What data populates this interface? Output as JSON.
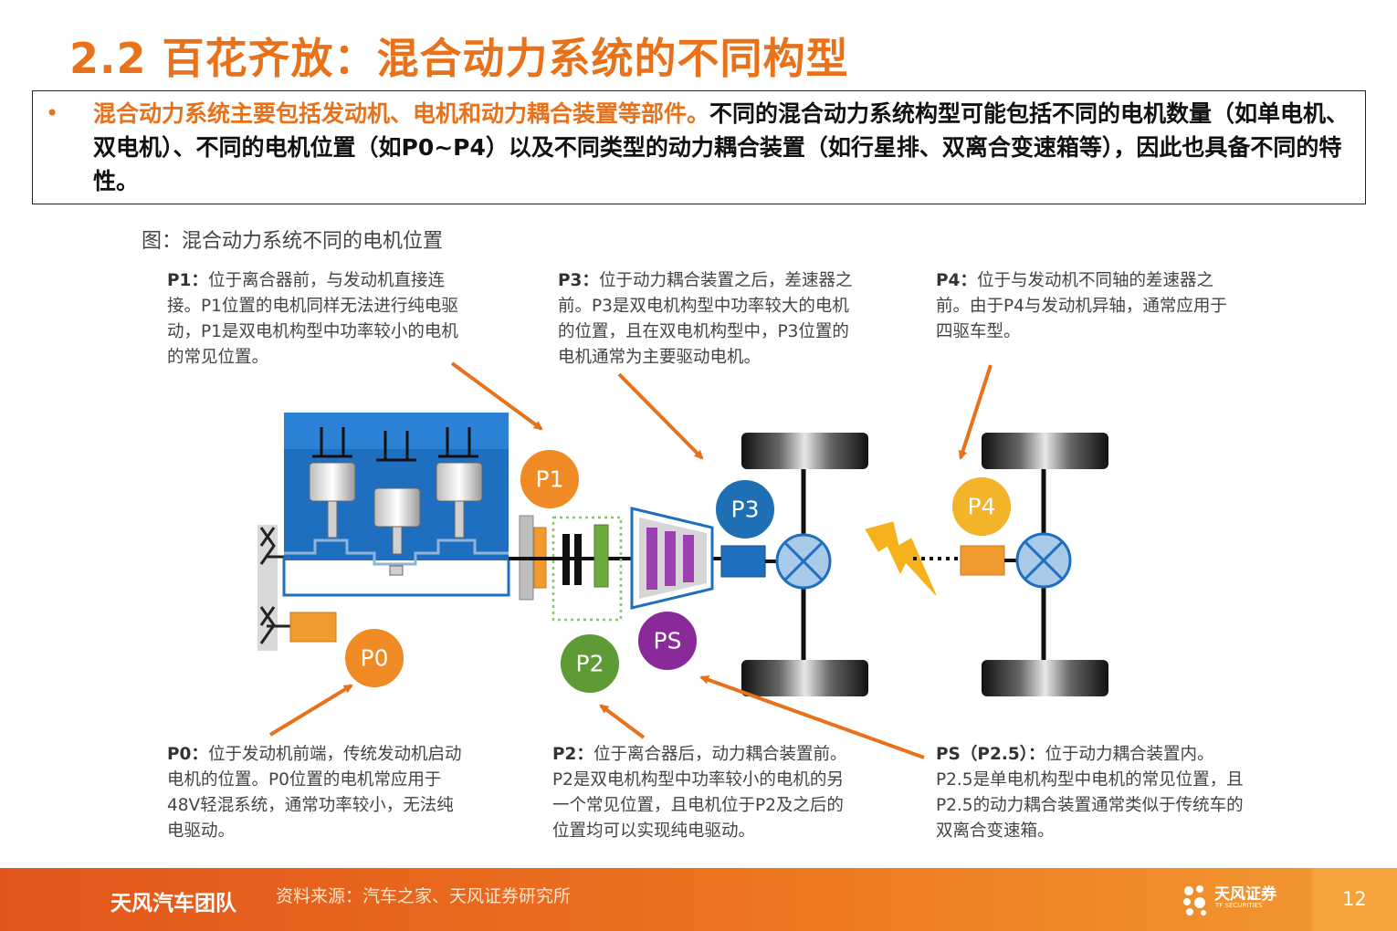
{
  "title": "2.2 百花齐放：混合动力系统的不同构型",
  "summary": {
    "bullet": "•",
    "highlight": "混合动力系统主要包括发动机、电机和动力耦合装置等部件。",
    "text": "不同的混合动力系统构型可能包括不同的电机数量（如单电机、双电机）、不同的电机位置（如P0~P4）以及不同类型的动力耦合装置（如行星排、双离合变速箱等），因此也具备不同的特性。"
  },
  "figure_caption": "图：混合动力系统不同的电机位置",
  "annotations": {
    "p1": {
      "label": "P1：",
      "text": "位于离合器前，与发动机直接连接。P1位置的电机同样无法进行纯电驱动，P1是双电机构型中功率较小的电机的常见位置。"
    },
    "p3": {
      "label": "P3：",
      "text": "位于动力耦合装置之后，差速器之前。P3是双电机构型中功率较大的电机的位置，且在双电机构型中，P3位置的电机通常为主要驱动电机。"
    },
    "p4": {
      "label": "P4：",
      "text": "位于与发动机不同轴的差速器之前。由于P4与发动机异轴，通常应用于四驱车型。"
    },
    "p0": {
      "label": "P0：",
      "text": "位于发动机前端，传统发动机启动电机的位置。P0位置的电机常应用于48V轻混系统，通常功率较小，无法纯电驱动。"
    },
    "p2": {
      "label": "P2：",
      "text": "位于离合器后，动力耦合装置前。P2是双电机构型中功率较小的电机的另一个常见位置，且电机位于P2及之后的位置均可以实现纯电驱动。"
    },
    "ps": {
      "label": "PS（P2.5）：",
      "text": "位于动力耦合装置内。P2.5是单电机构型中电机的常见位置，且P2.5的动力耦合装置通常类似于传统车的双离合变速箱。"
    }
  },
  "badges": {
    "p1": "P1",
    "p3": "P3",
    "p4": "P4",
    "p0": "P0",
    "p2": "P2",
    "ps": "PS"
  },
  "colors": {
    "accent_orange": "#E8711A",
    "badge_orange": "#F08A24",
    "badge_yellow": "#F3B429",
    "badge_blue": "#1F6FB5",
    "badge_green": "#5E9A35",
    "badge_purple": "#8A2A9A",
    "engine_blue": "#1F6FC0"
  },
  "footer": {
    "team": "天风汽车团队",
    "source": "资料来源：汽车之家、天风证券研究所",
    "brand": "天风证券",
    "brand_sub": "TF SECURITIES",
    "page": "12"
  }
}
